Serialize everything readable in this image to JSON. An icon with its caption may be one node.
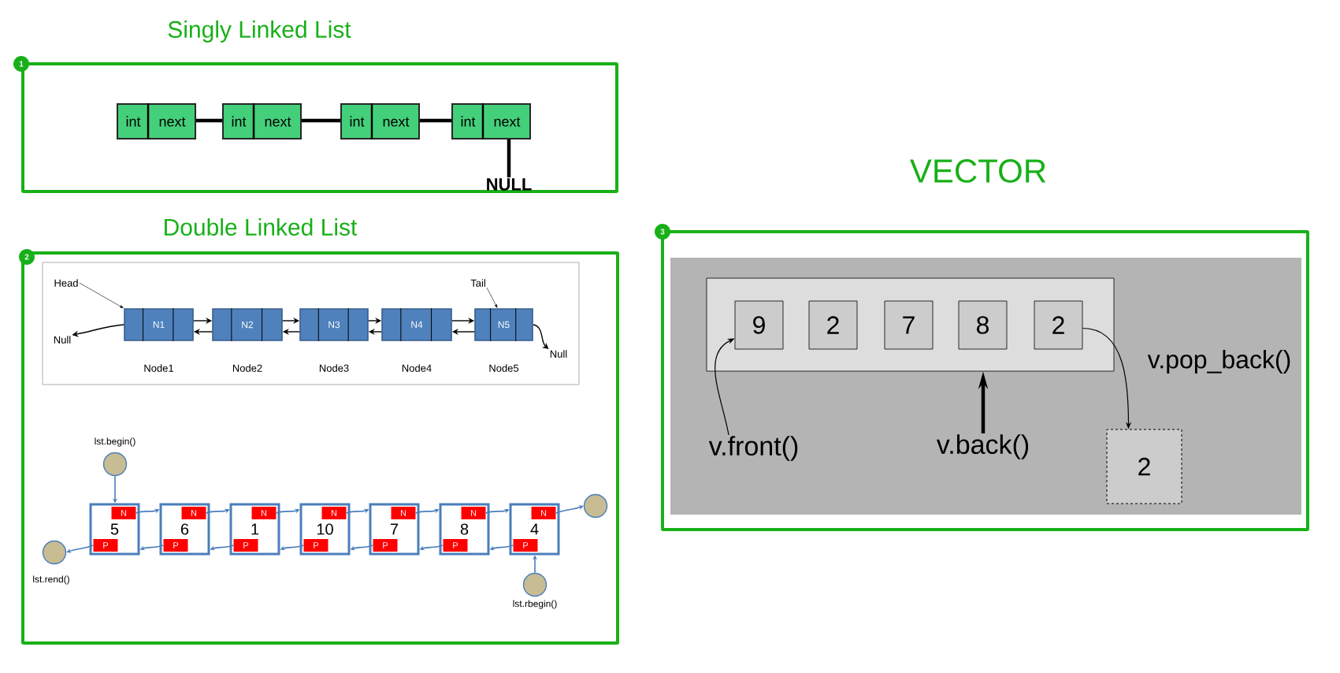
{
  "diagram": {
    "nodes": [
      {
        "text": [
          "Singly Linked List"
        ]
      },
      {
        "text": [
          "int",
          "next"
        ],
        "in": 0
      },
      {
        "text": [
          "int",
          "next"
        ],
        "in": 0
      },
      {
        "text": [
          "int",
          "next"
        ],
        "in": 0
      },
      {
        "text": [
          "int",
          "next"
        ],
        "in": 0
      },
      {
        "text": [
          "NULL"
        ],
        "in": 0
      },
      {
        "text": [
          "Double Linked List"
        ]
      },
      {
        "text": [],
        "shape": "box",
        "in": 6
      },
      {
        "text": [
          "Head"
        ],
        "in": 7
      },
      {
        "text": [
          "Tail"
        ],
        "in": 7
      },
      {
        "text": [
          "Null"
        ],
        "in": 7
      },
      {
        "text": [
          "N1"
        ],
        "in": 7,
        "beside": [
          "Node1"
        ]
      },
      {
        "text": [
          "N2"
        ],
        "in": 7,
        "beside": [
          "Node2"
        ]
      },
      {
        "text": [
          "N3"
        ],
        "in": 7,
        "beside": [
          "Node3"
        ]
      },
      {
        "text": [
          "N4"
        ],
        "in": 7,
        "beside": [
          "Node4"
        ]
      },
      {
        "text": [
          "N5"
        ],
        "in": 7,
        "beside": [
          "Node5"
        ]
      },
      {
        "text": [
          "Null"
        ],
        "in": 7
      },
      {
        "text": [],
        "shape": "circle",
        "in": 6,
        "beside": [
          "lst.begin()"
        ]
      },
      {
        "text": [],
        "shape": "circle",
        "in": 6,
        "beside": [
          "lst.rend()"
        ]
      },
      {
        "text": [
          "5"
        ],
        "in": 6
      },
      {
        "text": [
          "N"
        ],
        "in": 19
      },
      {
        "text": [
          "P"
        ],
        "in": 19
      },
      {
        "text": [
          "6"
        ],
        "in": 6
      },
      {
        "text": [
          "N"
        ],
        "in": 22
      },
      {
        "text": [
          "P"
        ],
        "in": 22
      },
      {
        "text": [
          "1"
        ],
        "in": 6
      },
      {
        "text": [
          "N"
        ],
        "in": 25
      },
      {
        "text": [
          "P"
        ],
        "in": 25
      },
      {
        "text": [
          "10"
        ],
        "in": 6
      },
      {
        "text": [
          "N"
        ],
        "in": 28
      },
      {
        "text": [
          "P"
        ],
        "in": 28
      },
      {
        "text": [
          "7"
        ],
        "in": 6
      },
      {
        "text": [
          "N"
        ],
        "in": 31
      },
      {
        "text": [
          "P"
        ],
        "in": 31
      },
      {
        "text": [
          "8"
        ],
        "in": 6
      },
      {
        "text": [
          "N"
        ],
        "in": 34
      },
      {
        "text": [
          "P"
        ],
        "in": 34
      },
      {
        "text": [
          "4"
        ],
        "in": 6
      },
      {
        "text": [
          "N"
        ],
        "in": 37
      },
      {
        "text": [
          "P"
        ],
        "in": 37
      },
      {
        "text": [],
        "shape": "circle",
        "in": 6
      },
      {
        "text": [],
        "shape": "circle",
        "in": 6,
        "beside": [
          "lst.rbegin()"
        ]
      },
      {
        "text": [
          "VECTOR"
        ]
      },
      {
        "text": [],
        "shape": "box",
        "in": 42
      },
      {
        "text": [],
        "shape": "box",
        "in": 43
      },
      {
        "text": [
          "9"
        ],
        "in": 44
      },
      {
        "text": [
          "2"
        ],
        "in": 44
      },
      {
        "text": [
          "7"
        ],
        "in": 44
      },
      {
        "text": [
          "8"
        ],
        "in": 44
      },
      {
        "text": [
          "2"
        ],
        "in": 44
      },
      {
        "text": [
          "2"
        ],
        "in": 43
      },
      {
        "text": [
          "v.front()"
        ],
        "in": 43
      },
      {
        "text": [
          "v.back()"
        ],
        "in": 43
      }
    ],
    "edges": [
      {
        "from": 1,
        "to": 2,
        "arrow": "none",
        "style": "thick"
      },
      {
        "from": 2,
        "to": 3,
        "arrow": "none",
        "style": "thick"
      },
      {
        "from": 3,
        "to": 4,
        "arrow": "none",
        "style": "thick"
      },
      {
        "from": 4,
        "to": 5,
        "arrow": "none",
        "style": "thick"
      },
      {
        "from": 8,
        "to": 11,
        "arrow": "to"
      },
      {
        "from": 9,
        "to": 15,
        "arrow": "to"
      },
      {
        "from": 11,
        "to": 10,
        "arrow": "to"
      },
      {
        "from": 11,
        "to": 12,
        "arrow": "to"
      },
      {
        "from": 12,
        "to": 11,
        "arrow": "to"
      },
      {
        "from": 12,
        "to": 13,
        "arrow": "to"
      },
      {
        "from": 13,
        "to": 12,
        "arrow": "to"
      },
      {
        "from": 13,
        "to": 14,
        "arrow": "to"
      },
      {
        "from": 14,
        "to": 13,
        "arrow": "to"
      },
      {
        "from": 14,
        "to": 15,
        "arrow": "to"
      },
      {
        "from": 15,
        "to": 14,
        "arrow": "to"
      },
      {
        "from": 15,
        "to": 16,
        "arrow": "to"
      },
      {
        "from": 17,
        "to": 19,
        "arrow": "to",
        "color": "#4a7ebb"
      },
      {
        "from": 21,
        "to": 18,
        "arrow": "to",
        "color": "#4a7ebb"
      },
      {
        "from": 20,
        "to": 22,
        "arrow": "to",
        "color": "#4a7ebb"
      },
      {
        "from": 24,
        "to": 19,
        "arrow": "to",
        "color": "#4a7ebb"
      },
      {
        "from": 23,
        "to": 25,
        "arrow": "to",
        "color": "#4a7ebb"
      },
      {
        "from": 27,
        "to": 22,
        "arrow": "to",
        "color": "#4a7ebb"
      },
      {
        "from": 26,
        "to": 28,
        "arrow": "to",
        "color": "#4a7ebb"
      },
      {
        "from": 30,
        "to": 25,
        "arrow": "to",
        "color": "#4a7ebb"
      },
      {
        "from": 29,
        "to": 31,
        "arrow": "to",
        "color": "#4a7ebb"
      },
      {
        "from": 33,
        "to": 28,
        "arrow": "to",
        "color": "#4a7ebb"
      },
      {
        "from": 32,
        "to": 34,
        "arrow": "to",
        "color": "#4a7ebb"
      },
      {
        "from": 36,
        "to": 31,
        "arrow": "to",
        "color": "#4a7ebb"
      },
      {
        "from": 35,
        "to": 37,
        "arrow": "to",
        "color": "#4a7ebb"
      },
      {
        "from": 39,
        "to": 34,
        "arrow": "to",
        "color": "#4a7ebb"
      },
      {
        "from": 38,
        "to": 40,
        "arrow": "to",
        "color": "#4a7ebb"
      },
      {
        "from": 41,
        "to": 37,
        "arrow": "to",
        "color": "#4a7ebb"
      },
      {
        "from": 51,
        "to": 45,
        "arrow": "to"
      },
      {
        "from": 52,
        "to": 44,
        "arrow": "to",
        "style": "thick"
      },
      {
        "from": 49,
        "to": 50,
        "arrow": "to",
        "label": "v.pop_back()"
      }
    ],
    "labels": [
      "1",
      "2",
      "3"
    ]
  }
}
